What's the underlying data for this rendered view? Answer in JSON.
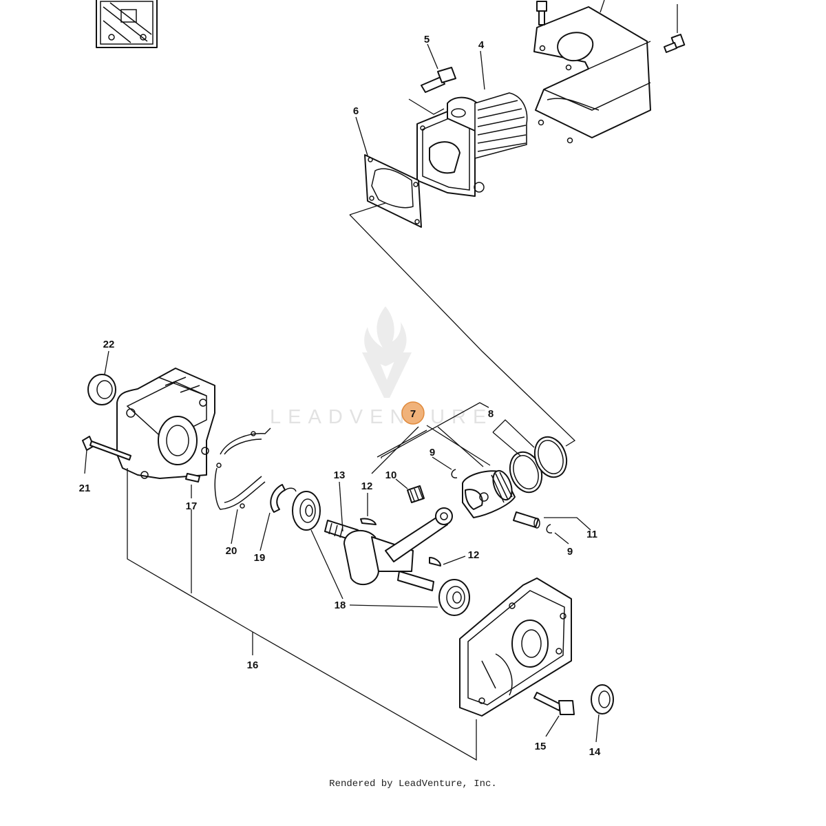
{
  "diagram": {
    "callouts": [
      {
        "id": "4",
        "label": "4"
      },
      {
        "id": "5",
        "label": "5"
      },
      {
        "id": "6",
        "label": "6"
      },
      {
        "id": "7",
        "label": "7",
        "highlighted": true
      },
      {
        "id": "8",
        "label": "8"
      },
      {
        "id": "9a",
        "label": "9"
      },
      {
        "id": "9b",
        "label": "9"
      },
      {
        "id": "10",
        "label": "10"
      },
      {
        "id": "11",
        "label": "11"
      },
      {
        "id": "12a",
        "label": "12"
      },
      {
        "id": "12b",
        "label": "12"
      },
      {
        "id": "13",
        "label": "13"
      },
      {
        "id": "14",
        "label": "14"
      },
      {
        "id": "15",
        "label": "15"
      },
      {
        "id": "16",
        "label": "16"
      },
      {
        "id": "17",
        "label": "17"
      },
      {
        "id": "18",
        "label": "18"
      },
      {
        "id": "19",
        "label": "19"
      },
      {
        "id": "20",
        "label": "20"
      },
      {
        "id": "21",
        "label": "21"
      },
      {
        "id": "22",
        "label": "22"
      }
    ],
    "highlight_color": "#f0b27a",
    "highlight_stroke": "#e08a3c"
  },
  "watermark": {
    "text": "LEADVENTURE"
  },
  "footer": {
    "text": "Rendered by LeadVenture, Inc."
  }
}
